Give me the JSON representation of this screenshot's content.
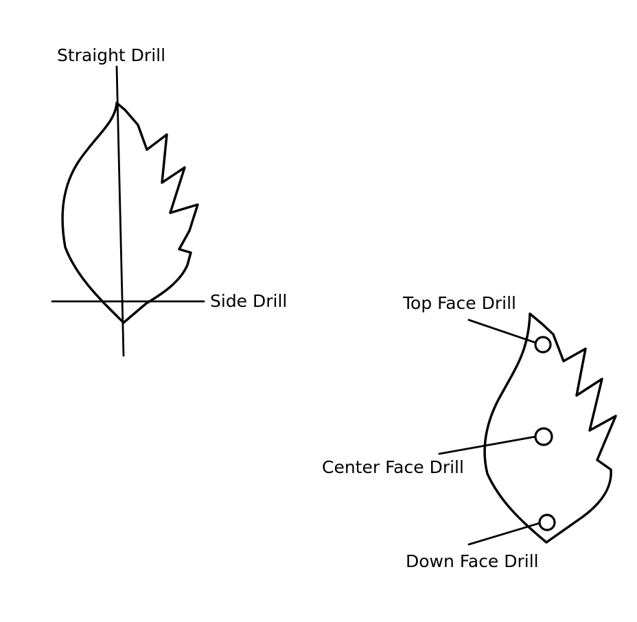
{
  "labels": {
    "straight_drill": "Straight Drill",
    "side_drill": "Side Drill",
    "top_face_drill": "Top Face Drill",
    "center_face_drill": "Center Face Drill",
    "down_face_drill": "Down Face Drill"
  },
  "colors": {
    "ink": "#000000",
    "background": "#ffffff"
  }
}
